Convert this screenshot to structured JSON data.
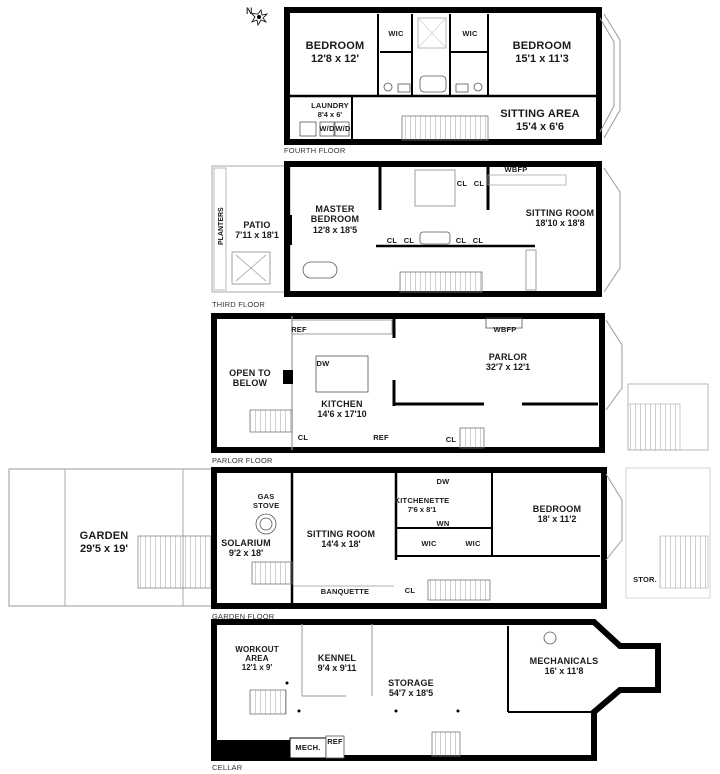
{
  "compass": {
    "label": "N"
  },
  "floors": [
    {
      "id": "fourth",
      "label": "FOURTH FLOOR",
      "rooms": [
        {
          "name": "BEDROOM",
          "dims": "12'8 x 12'"
        },
        {
          "name": "BEDROOM",
          "dims": "15'1 x 11'3"
        },
        {
          "name": "SITTING AREA",
          "dims": "15'4 x 6'6"
        },
        {
          "name": "LAUNDRY",
          "dims": "8'4 x 6'"
        }
      ],
      "fixtures": [
        "WIC",
        "WIC",
        "W/D",
        "W/D"
      ]
    },
    {
      "id": "third",
      "label": "THIRD FLOOR",
      "rooms": [
        {
          "name": "PATIO",
          "dims": "7'11 x 18'1"
        },
        {
          "name": "MASTER BEDROOM",
          "dims": "12'8 x 18'5"
        },
        {
          "name": "SITTING ROOM",
          "dims": "18'10 x 18'8"
        }
      ],
      "fixtures": [
        "PLANTERS",
        "WBFP",
        "CL",
        "CL",
        "CL",
        "CL",
        "CL",
        "CL"
      ]
    },
    {
      "id": "parlor",
      "label": "PARLOR FLOOR",
      "rooms": [
        {
          "name": "OPEN TO BELOW",
          "dims": ""
        },
        {
          "name": "KITCHEN",
          "dims": "14'6 x 17'10"
        },
        {
          "name": "PARLOR",
          "dims": "32'7 x 12'1"
        }
      ],
      "fixtures": [
        "REF",
        "DW",
        "WBFP",
        "CL",
        "REF",
        "CL"
      ]
    },
    {
      "id": "garden",
      "label": "GARDEN FLOOR",
      "rooms": [
        {
          "name": "GARDEN",
          "dims": "29'5 x 19'"
        },
        {
          "name": "SOLARIUM",
          "dims": "9'2 x 18'"
        },
        {
          "name": "SITTING ROOM",
          "dims": "14'4 x 18'"
        },
        {
          "name": "KITCHENETTE",
          "dims": "7'6 x 8'1"
        },
        {
          "name": "BEDROOM",
          "dims": "18' x 11'2"
        }
      ],
      "fixtures": [
        "GAS STOVE",
        "BANQUETTE",
        "DW",
        "WN",
        "WIC",
        "WIC",
        "CL",
        "STOR."
      ]
    },
    {
      "id": "cellar",
      "label": "CELLAR",
      "rooms": [
        {
          "name": "WORKOUT AREA",
          "dims": "12'1 x 9'"
        },
        {
          "name": "KENNEL",
          "dims": "9'4 x 9'11"
        },
        {
          "name": "STORAGE",
          "dims": "54'7 x 18'5"
        },
        {
          "name": "MECHANICALS",
          "dims": "16' x 11'8"
        }
      ],
      "fixtures": [
        "MECH.",
        "REF"
      ]
    }
  ],
  "colors": {
    "wall": "#000000",
    "outline": "#9a9a9a",
    "background": "#ffffff"
  }
}
